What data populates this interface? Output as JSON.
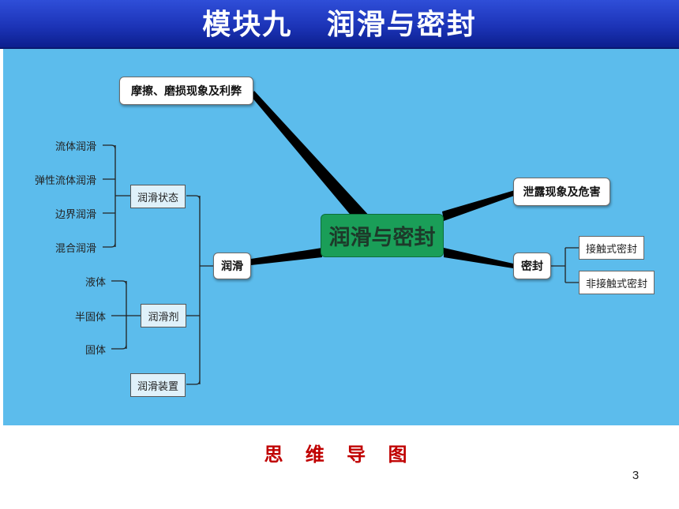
{
  "title": "模块九   润滑与密封",
  "center": "润滑与密封",
  "branches": {
    "friction": "摩擦、磨损现象及利弊",
    "lubrication": "润滑",
    "leakage": "泄露现象及危害",
    "seal": "密封"
  },
  "lubrication_children": {
    "state": "润滑状态",
    "agent": "润滑剂",
    "device": "润滑装置"
  },
  "state_children": [
    "流体润滑",
    "弹性流体润滑",
    "边界润滑",
    "混合润滑"
  ],
  "agent_children": [
    "液体",
    "半固体",
    "固体"
  ],
  "seal_children": [
    "接触式密封",
    "非接触式密封"
  ],
  "caption": "思 维 导 图",
  "page_number": "3",
  "colors": {
    "title_bar": "#1c34b8",
    "map_background": "#5cbcec",
    "center_node": "#1a9e58",
    "caption": "#c00000"
  }
}
